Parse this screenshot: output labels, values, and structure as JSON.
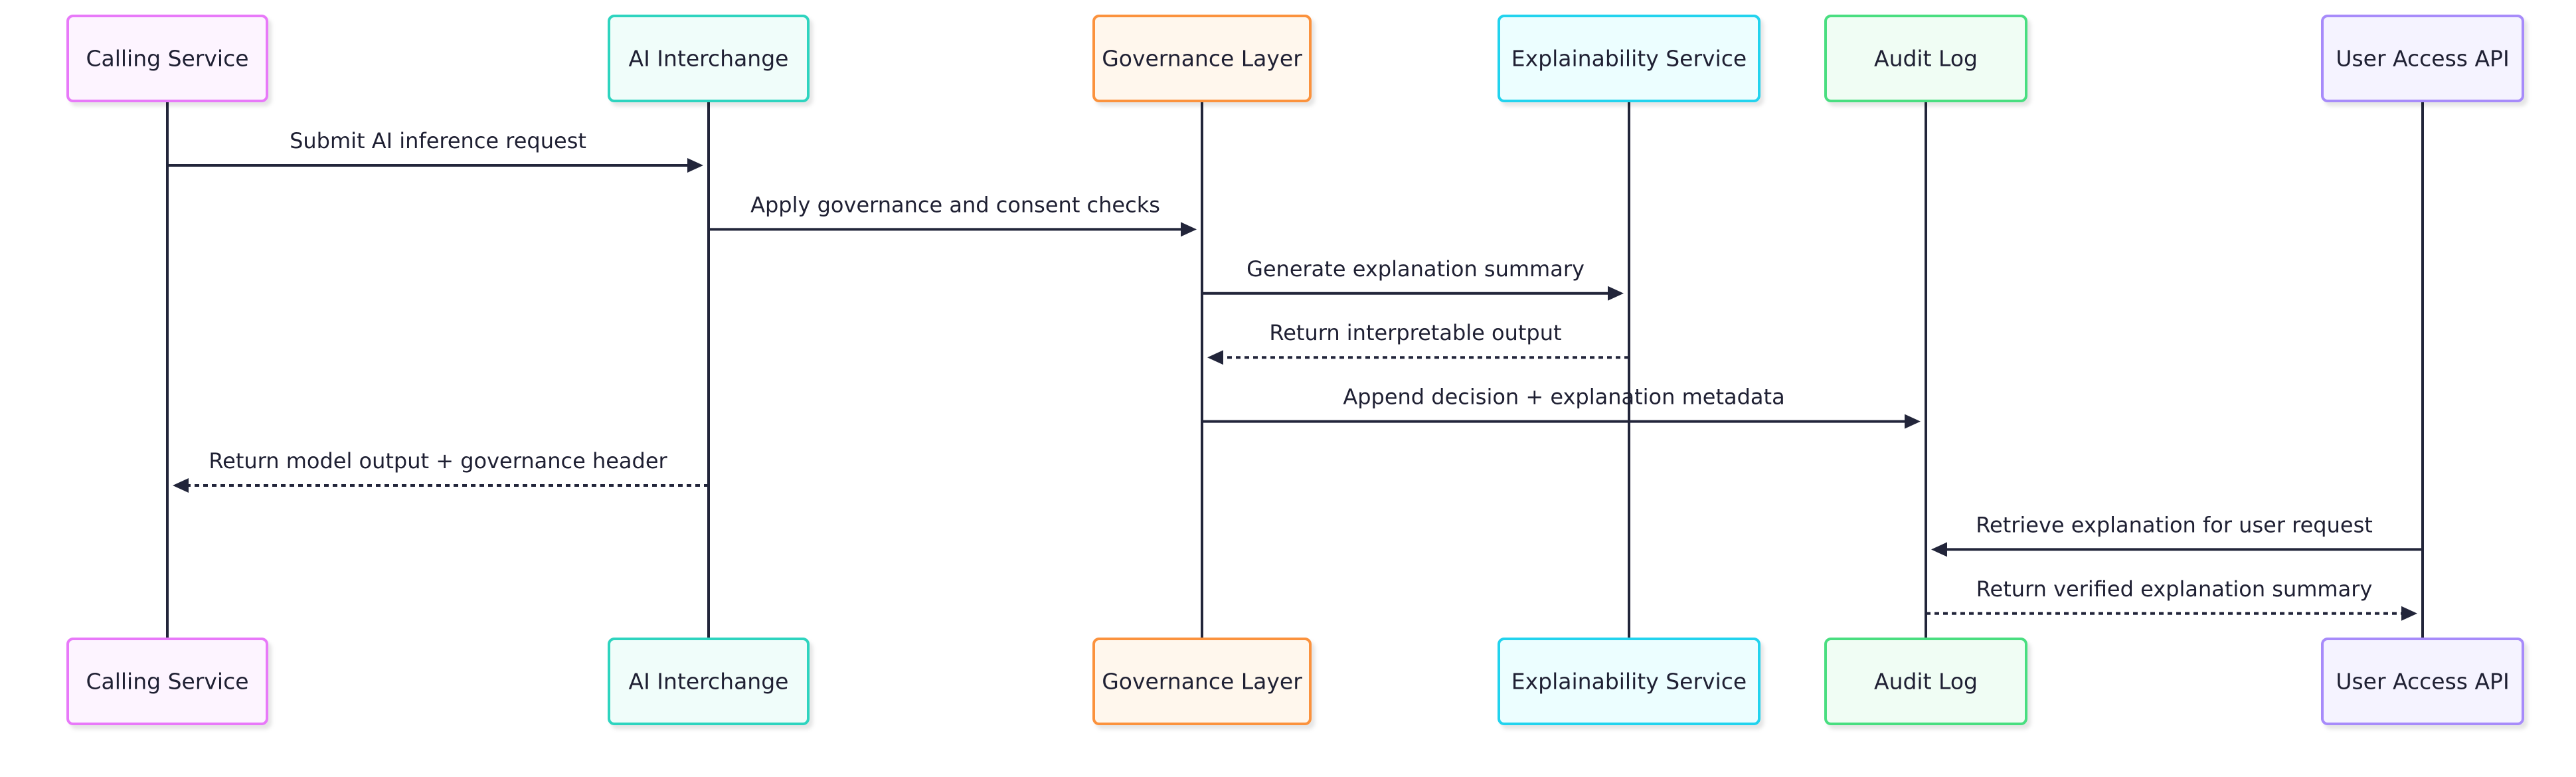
{
  "participants": [
    {
      "id": "calling",
      "label": "Calling Service",
      "border": "#e879f9",
      "fill": "#fdf4ff"
    },
    {
      "id": "interchange",
      "label": "AI Interchange",
      "border": "#2dd4bf",
      "fill": "#f0fdfa"
    },
    {
      "id": "governance",
      "label": "Governance Layer",
      "border": "#fb923c",
      "fill": "#fff7ed"
    },
    {
      "id": "explain",
      "label": "Explainability Service",
      "border": "#22d3ee",
      "fill": "#ecfeff"
    },
    {
      "id": "audit",
      "label": "Audit Log",
      "border": "#4ade80",
      "fill": "#f0fdf4"
    },
    {
      "id": "useraccess",
      "label": "User Access API",
      "border": "#a78bfa",
      "fill": "#f5f3ff"
    }
  ],
  "messages": [
    {
      "from": "calling",
      "to": "interchange",
      "label": "Submit AI inference request",
      "style": "solid"
    },
    {
      "from": "interchange",
      "to": "governance",
      "label": "Apply governance and consent checks",
      "style": "solid"
    },
    {
      "from": "governance",
      "to": "explain",
      "label": "Generate explanation summary",
      "style": "solid"
    },
    {
      "from": "explain",
      "to": "governance",
      "label": "Return interpretable output",
      "style": "dashed"
    },
    {
      "from": "governance",
      "to": "audit",
      "label": "Append decision + explanation metadata",
      "style": "solid"
    },
    {
      "from": "interchange",
      "to": "calling",
      "label": "Return model output + governance header",
      "style": "dashed"
    },
    {
      "from": "useraccess",
      "to": "audit",
      "label": "Retrieve explanation for user request",
      "style": "solid"
    },
    {
      "from": "audit",
      "to": "useraccess",
      "label": "Return verified explanation summary",
      "style": "dashed"
    }
  ]
}
